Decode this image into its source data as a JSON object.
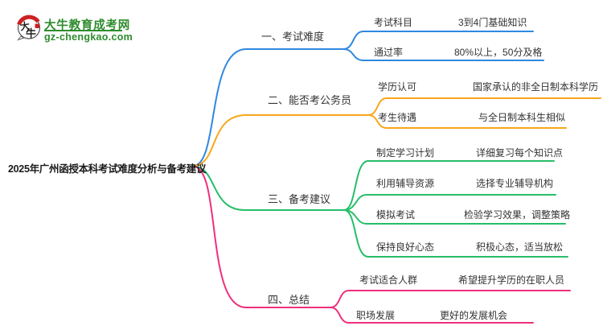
{
  "logo": {
    "icon_text": "大牛",
    "title": "大牛教育成考网",
    "url": "gz-chengkao.com",
    "brand_color": "#2e8b2e"
  },
  "root": {
    "title": "2025年广州函授本科考试难度分析与备考建议"
  },
  "branches": [
    {
      "label": "一、考试难度",
      "color": "#2f88e0",
      "children": [
        {
          "key": "考试科目",
          "value": "3到4门基础知识"
        },
        {
          "key": "通过率",
          "value": "80%以上，50分及格"
        }
      ]
    },
    {
      "label": "二、能否考公务员",
      "color": "#f9a61a",
      "children": [
        {
          "key": "学历认可",
          "value": "国家承认的非全日制本科学历"
        },
        {
          "key": "考生待遇",
          "value": "与全日制本科生相似"
        }
      ]
    },
    {
      "label": "三、备考建议",
      "color": "#27be69",
      "children": [
        {
          "key": "制定学习计划",
          "value": "详细复习每个知识点"
        },
        {
          "key": "利用辅导资源",
          "value": "选择专业辅导机构"
        },
        {
          "key": "模拟考试",
          "value": "检验学习效果，调整策略"
        },
        {
          "key": "保持良好心态",
          "value": "积极心态，适当放松"
        }
      ]
    },
    {
      "label": "四、总结",
      "color": "#ef2f7c",
      "children": [
        {
          "key": "考试适合人群",
          "value": "希望提升学历的在职人员"
        },
        {
          "key": "职场发展",
          "value": "更好的发展机会"
        }
      ]
    }
  ]
}
